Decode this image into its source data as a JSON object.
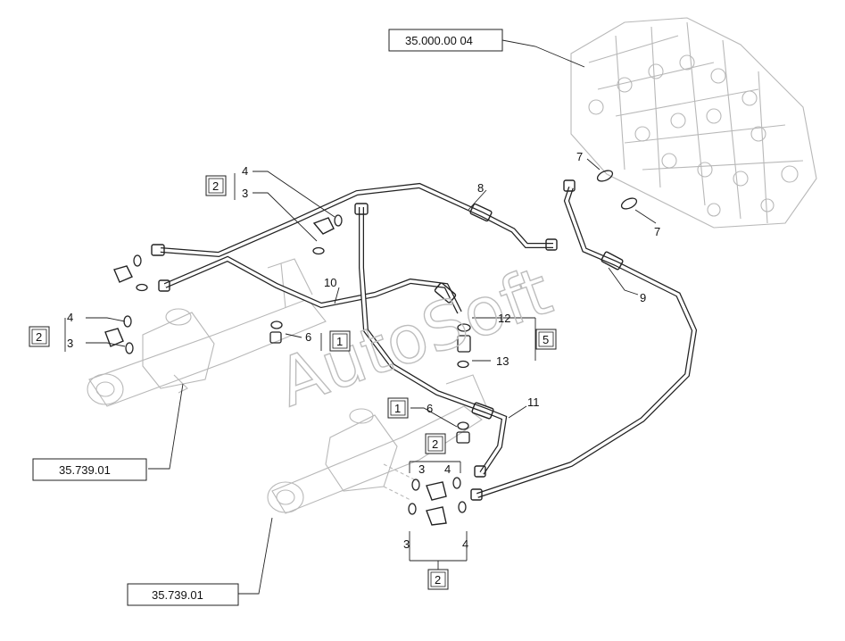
{
  "watermark": "AutoSoft",
  "references": [
    {
      "id": "ref-valve",
      "text": "35.000.00 04"
    },
    {
      "id": "ref-cyl-left",
      "text": "35.739.01"
    },
    {
      "id": "ref-cyl-bottom",
      "text": "35.739.01"
    }
  ],
  "callouts": {
    "c8": "8",
    "c9": "9",
    "c10": "10",
    "c11": "11",
    "c12": "12",
    "c13": "13",
    "c7a": "7",
    "c7b": "7",
    "c4a": "4",
    "c3a": "3",
    "c4b": "4",
    "c3b": "3",
    "c6a": "6",
    "c6b": "6",
    "c3c": "3",
    "c4c": "4",
    "c3d": "3",
    "c4d": "4"
  },
  "kits": {
    "k2a": "2",
    "k2b": "2",
    "k2c": "2",
    "k2d": "2",
    "k1a": "1",
    "k1b": "1",
    "k5": "5"
  }
}
